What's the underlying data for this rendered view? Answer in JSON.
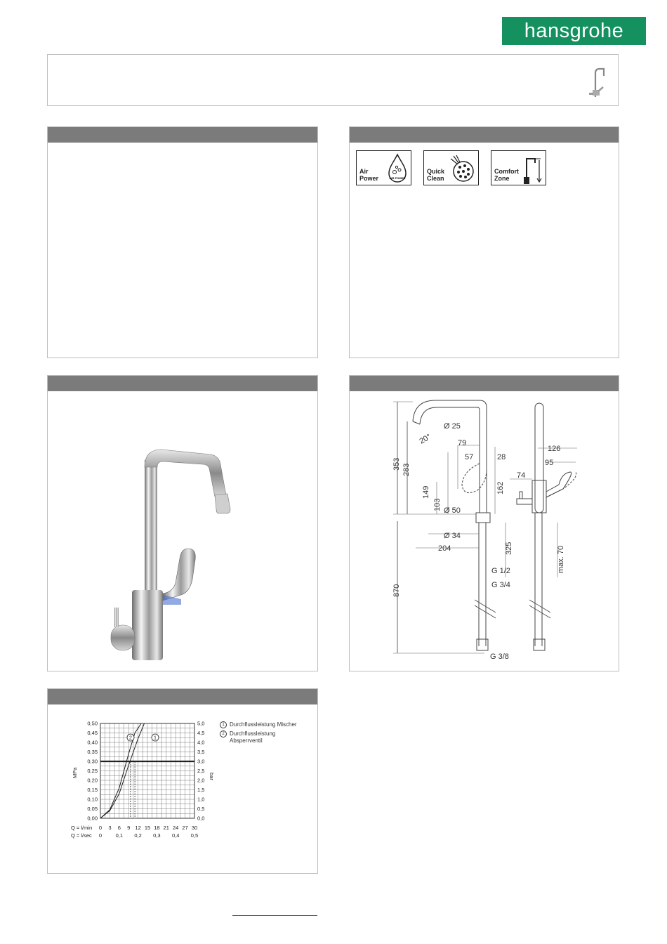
{
  "brand": {
    "logo_text": "hansgrohe",
    "color": "#14915f"
  },
  "header_color": "#7b7b7b",
  "features": [
    {
      "label1": "Air",
      "label2": "Power",
      "icon": "air-drop-icon",
      "badge": "AIR POWER"
    },
    {
      "label1": "Quick",
      "label2": "Clean",
      "icon": "quick-clean-icon"
    },
    {
      "label1": "Comfort",
      "label2": "Zone",
      "icon": "comfort-zone-icon"
    }
  ],
  "dimensions": {
    "front": [
      "353",
      "283",
      "20°",
      "Ø 25",
      "79",
      "57",
      "28",
      "149",
      "103",
      "162",
      "Ø 50",
      "Ø 34",
      "204",
      "870",
      "G 3/8"
    ],
    "side": [
      "126",
      "95",
      "74",
      "325",
      "max. 70",
      "G 1/2",
      "G 3/4"
    ]
  },
  "flow_chart": {
    "left_unit": "MPa",
    "right_unit": "bar",
    "left_ticks": [
      "0,50",
      "0,45",
      "0,40",
      "0,35",
      "0,30",
      "0,25",
      "0,20",
      "0,15",
      "0,10",
      "0,05",
      "0,00"
    ],
    "right_ticks": [
      "5,0",
      "4,5",
      "4,0",
      "3,5",
      "3,0",
      "2,5",
      "2,0",
      "1,5",
      "1,0",
      "0,5",
      "0,0"
    ],
    "x_lmin_label": "Q = l/min",
    "x_lmin_ticks": [
      "0",
      "3",
      "6",
      "9",
      "12",
      "15",
      "18",
      "21",
      "24",
      "27",
      "30"
    ],
    "x_lsec_label": "Q = l/sec",
    "x_lsec_ticks": [
      "0",
      "0,1",
      "0,2",
      "0,3",
      "0,4",
      "0,5"
    ],
    "legend": [
      {
        "num": "1",
        "text": "Durchflussleistung Mischer"
      },
      {
        "num": "2",
        "text": "Durchflussleistung",
        "text2": "Absperrventil"
      }
    ]
  },
  "chart_data": {
    "type": "line",
    "xlabel": "Q = l/min",
    "ylabel": "MPa",
    "xlim": [
      0,
      30
    ],
    "ylim": [
      0,
      0.5
    ],
    "reference_line": 0.3,
    "series": [
      {
        "name": "1",
        "x": [
          0,
          3,
          6,
          9,
          12,
          14
        ],
        "y": [
          0,
          0.04,
          0.13,
          0.28,
          0.42,
          0.5
        ]
      },
      {
        "name": "2",
        "x": [
          0,
          3,
          6,
          9,
          11,
          13
        ],
        "y": [
          0,
          0.045,
          0.16,
          0.34,
          0.45,
          0.5
        ]
      }
    ],
    "dashed_markers_x": [
      9.6,
      11
    ]
  }
}
